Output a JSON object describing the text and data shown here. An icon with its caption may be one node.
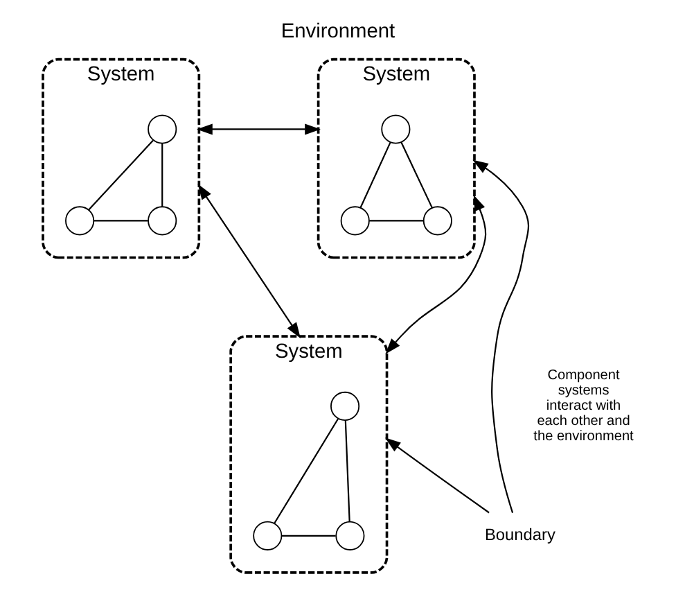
{
  "diagram": {
    "title": "Environment",
    "nodes": [
      {
        "text": [
          "System"
        ]
      },
      {
        "text": [],
        "shape": "circle",
        "in": 0
      },
      {
        "text": [],
        "shape": "circle",
        "in": 0
      },
      {
        "text": [],
        "shape": "circle",
        "in": 0
      },
      {
        "text": [
          "System"
        ]
      },
      {
        "text": [],
        "shape": "circle",
        "in": 4
      },
      {
        "text": [],
        "shape": "circle",
        "in": 4
      },
      {
        "text": [],
        "shape": "circle",
        "in": 4
      },
      {
        "text": [
          "System"
        ]
      },
      {
        "text": [],
        "shape": "circle",
        "in": 8
      },
      {
        "text": [],
        "shape": "circle",
        "in": 8
      },
      {
        "text": [],
        "shape": "circle",
        "in": 8
      },
      {
        "text": [
          "Boundary"
        ]
      }
    ],
    "edges": [
      {
        "from": 0,
        "to": 4,
        "arrow": "both"
      },
      {
        "from": 1,
        "to": 2,
        "arrow": "none"
      },
      {
        "from": 1,
        "to": 3,
        "arrow": "none"
      },
      {
        "from": 2,
        "to": 3,
        "arrow": "none"
      },
      {
        "from": 5,
        "to": 6,
        "arrow": "none"
      },
      {
        "from": 5,
        "to": 7,
        "arrow": "none"
      },
      {
        "from": 6,
        "to": 7,
        "arrow": "none"
      },
      {
        "from": 0,
        "to": 8,
        "arrow": "both"
      },
      {
        "from": 4,
        "to": 8,
        "arrow": "both"
      },
      {
        "from": 9,
        "to": 10,
        "arrow": "none"
      },
      {
        "from": 9,
        "to": 11,
        "arrow": "none"
      },
      {
        "from": 10,
        "to": 11,
        "arrow": "none"
      },
      {
        "from": 12,
        "to": 4,
        "arrow": "to"
      },
      {
        "from": 12,
        "to": 8,
        "arrow": "to"
      }
    ],
    "labels": [
      "Component systems interact with each other and the environment"
    ]
  }
}
